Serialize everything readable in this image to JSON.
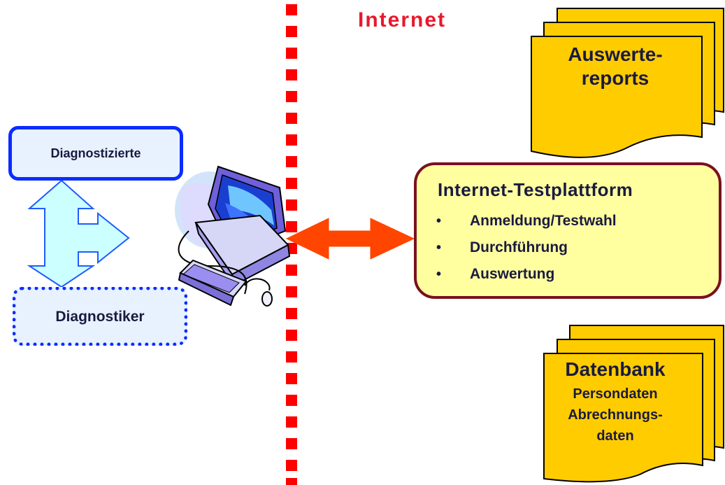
{
  "diagram": {
    "internet_label": "Internet",
    "reports_label_line1": "Auswerte-",
    "reports_label_line2": "reports",
    "diagnostizierte_label": "Diagnostizierte",
    "diagnostiker_label": "Diagnostiker",
    "platform": {
      "title": "Internet-Testplattform",
      "items": [
        "Anmeldung/Testwahl",
        "Durchführung",
        "Auswertung"
      ]
    },
    "database": {
      "title": "Datenbank",
      "line1": "Persondaten",
      "line2": "Abrechnungs-",
      "line3": "daten"
    }
  },
  "colors": {
    "internet_label": "#e8192c",
    "divider": "#ff0000",
    "document_fill": "#ffcc00",
    "box_border": "#0a2cff",
    "platform_fill": "#ffffa0",
    "platform_border": "#7a1020",
    "double_arrow": "#ff4500",
    "split_arrow_fill": "#ccffff",
    "split_arrow_stroke": "#1f5cff"
  }
}
